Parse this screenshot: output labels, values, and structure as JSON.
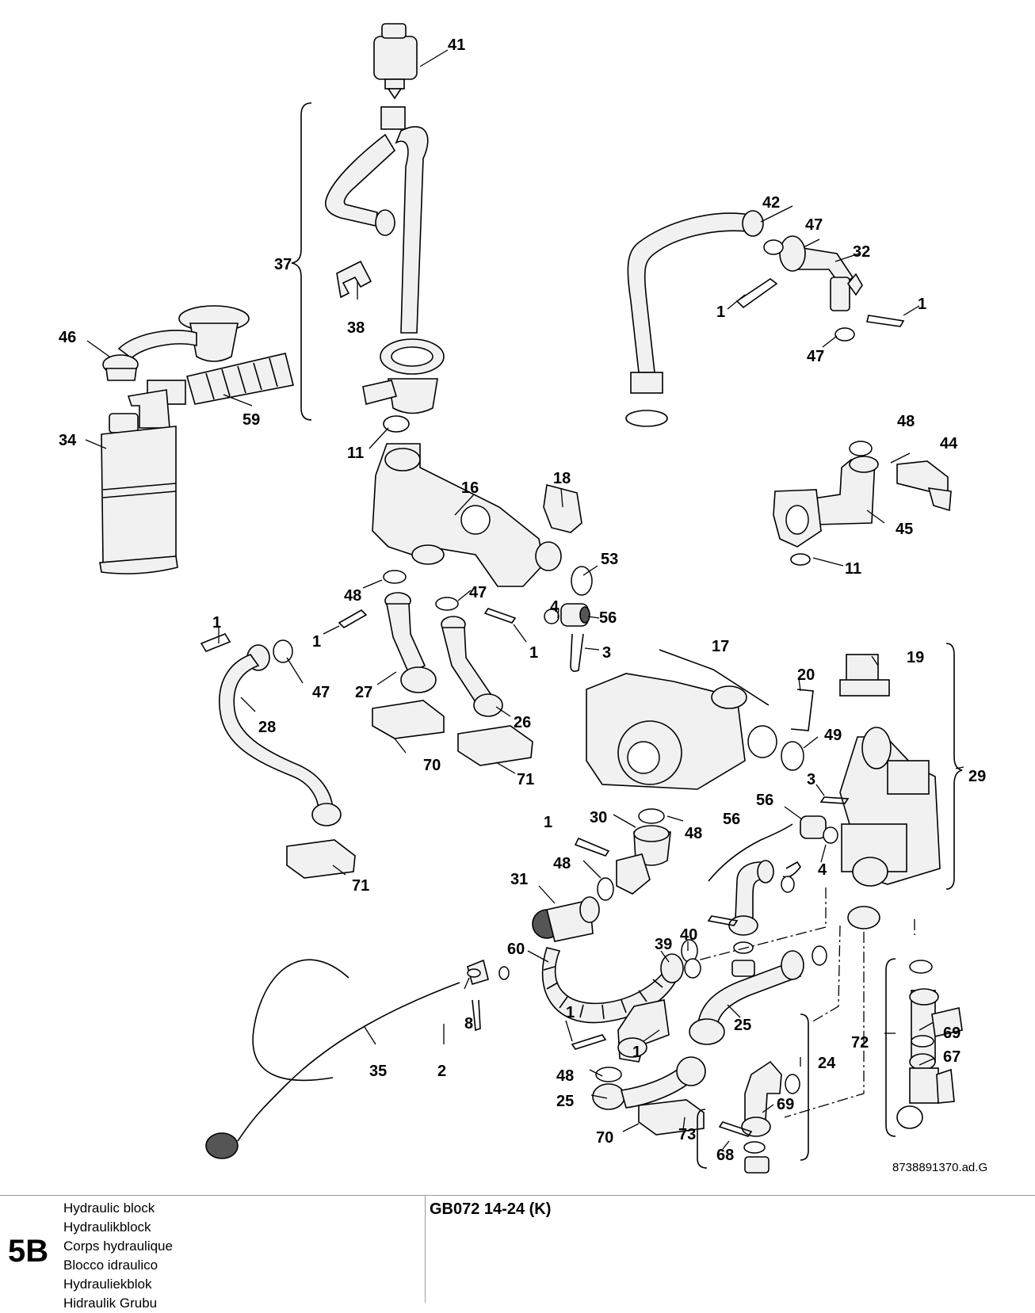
{
  "drawing": {
    "callouts": {
      "c41": "41",
      "c37": "37",
      "c38": "38",
      "c42": "42",
      "c47a": "47",
      "c32": "32",
      "c1a": "1",
      "c1b": "1",
      "c47b": "47",
      "c46": "46",
      "c59": "59",
      "c34": "34",
      "c11a": "11",
      "c16": "16",
      "c18": "18",
      "c48a": "48",
      "c44": "44",
      "c45": "45",
      "c11b": "11",
      "c53": "53",
      "c48b": "48",
      "c47c": "47",
      "c4a": "4",
      "c56a": "56",
      "c1c": "1",
      "c1d": "1",
      "c3a": "3",
      "c17": "17",
      "c19": "19",
      "c1e": "1",
      "c47d": "47",
      "c27": "27",
      "c20": "20",
      "c28": "28",
      "c26": "26",
      "c49": "49",
      "c29": "29",
      "c70a": "70",
      "c71a": "71",
      "c3b": "3",
      "c30": "30",
      "c56b": "56",
      "c56c": "56",
      "c1f": "1",
      "c48c": "48",
      "c4b": "4",
      "c48d": "48",
      "c71b": "71",
      "c31": "31",
      "c39": "39",
      "c40": "40",
      "c60": "60",
      "c8": "8",
      "c1g": "1",
      "c25a": "25",
      "c72": "72",
      "c69a": "69",
      "c35": "35",
      "c2": "2",
      "c1h": "1",
      "c24": "24",
      "c67": "67",
      "c48e": "48",
      "c25b": "25",
      "c69b": "69",
      "c70b": "70",
      "c73": "73",
      "c68": "68"
    },
    "drawing_id": "8738891370.ad.G"
  },
  "footer": {
    "section": "5B",
    "titles": [
      "Hydraulic block",
      "Hydraulikblock",
      "Corps hydraulique",
      "Blocco idraulico",
      "Hydrauliekblok",
      "Hidraulik Grubu"
    ],
    "model": "GB072 14-24 (K)"
  }
}
